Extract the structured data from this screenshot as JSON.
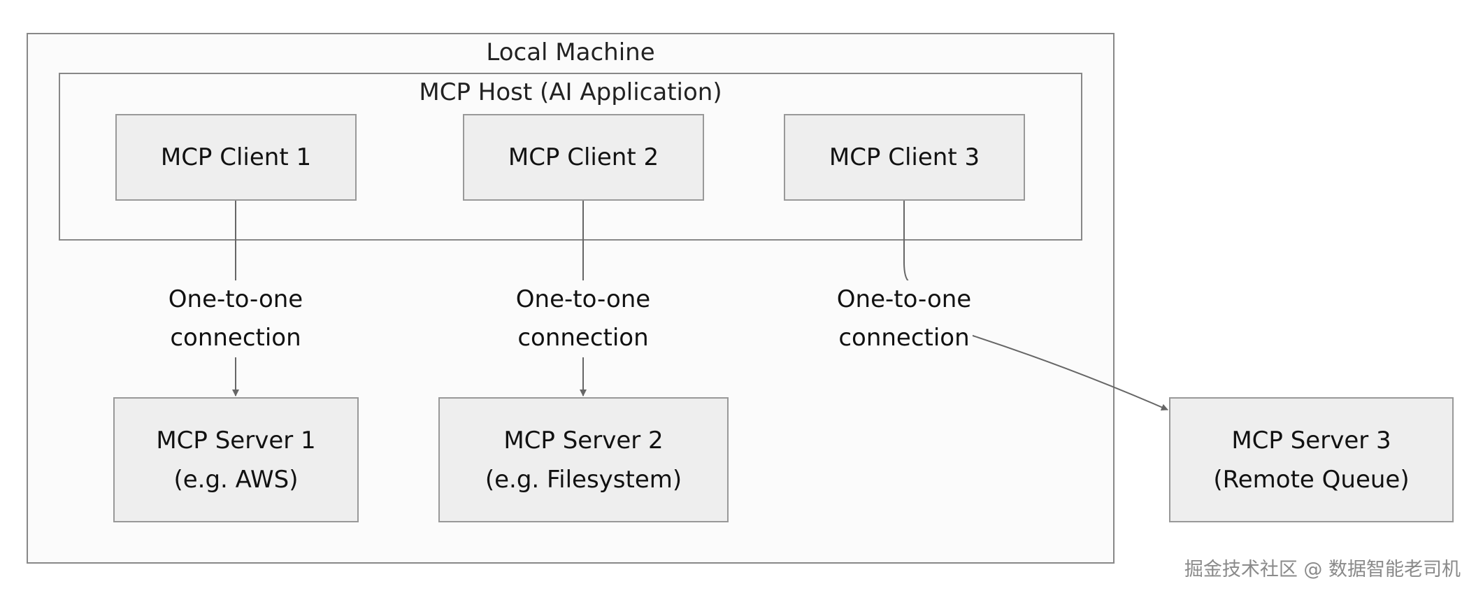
{
  "frames": {
    "local_machine": "Local Machine",
    "mcp_host": "MCP Host (AI Application)"
  },
  "clients": [
    {
      "label": "MCP Client 1"
    },
    {
      "label": "MCP Client 2"
    },
    {
      "label": "MCP Client 3"
    }
  ],
  "servers": [
    {
      "line1": "MCP Server 1",
      "line2": "(e.g. AWS)"
    },
    {
      "line1": "MCP Server 2",
      "line2": "(e.g. Filesystem)"
    },
    {
      "line1": "MCP Server 3",
      "line2": "(Remote Queue)"
    }
  ],
  "edges": [
    {
      "line1": "One-to-one",
      "line2": "connection"
    },
    {
      "line1": "One-to-one",
      "line2": "connection"
    },
    {
      "line1": "One-to-one",
      "line2": "connection"
    }
  ],
  "colors": {
    "frame_border": "#888888",
    "node_fill": "#eeeeee",
    "node_border": "#999999",
    "edge": "#666666"
  },
  "watermark": "掘金技术社区 @ 数据智能老司机"
}
